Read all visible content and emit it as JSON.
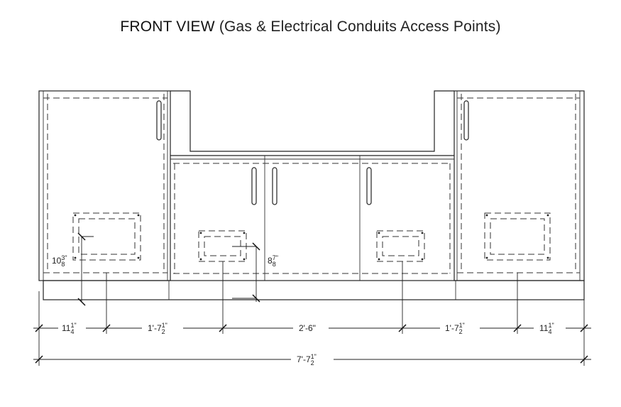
{
  "title": {
    "main": "FRONT VIEW",
    "sub": "(Gas & Electrical Conduits Access Points)"
  },
  "dimensions": {
    "seg1": {
      "whole": "11",
      "num": "1",
      "den": "4",
      "unit": "\""
    },
    "seg2": {
      "whole": "1'-7",
      "num": "1",
      "den": "2",
      "unit": "\""
    },
    "seg3": {
      "whole": "2'-6\"",
      "num": "",
      "den": "",
      "unit": ""
    },
    "seg4": {
      "whole": "1'-7",
      "num": "1",
      "den": "2",
      "unit": "\""
    },
    "seg5": {
      "whole": "11",
      "num": "1",
      "den": "4",
      "unit": "\""
    },
    "total": {
      "whole": "7'-7",
      "num": "1",
      "den": "2",
      "unit": "\""
    },
    "left_height": {
      "whole": "10",
      "num": "3",
      "den": "8",
      "unit": "\""
    },
    "right_height": {
      "whole": "8",
      "num": "7",
      "den": "8",
      "unit": "\""
    }
  }
}
